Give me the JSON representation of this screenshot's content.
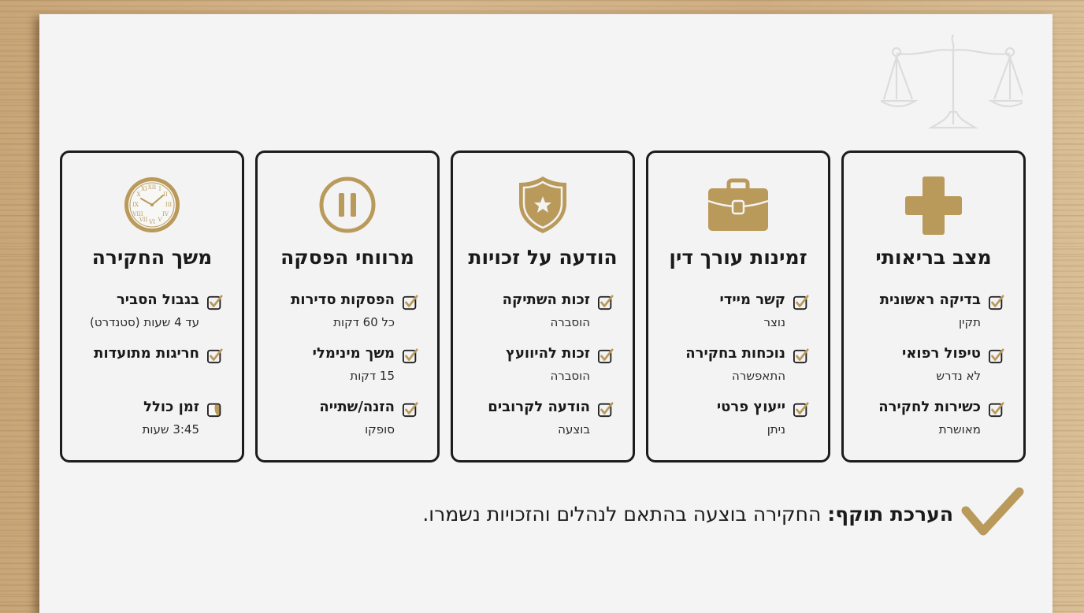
{
  "colors": {
    "gold": "#B99A5B",
    "ink": "#1c1c1c",
    "paper": "#f4f4f4"
  },
  "watermark": {
    "icon": "scales-of-justice-icon"
  },
  "cards": [
    {
      "icon": "medical-cross-icon",
      "title": "מצב בריאותי",
      "items": [
        {
          "label": "בדיקה ראשונית",
          "sub": "תקין",
          "state": "checked"
        },
        {
          "label": "טיפול רפואי",
          "sub": "לא נדרש",
          "state": "checked"
        },
        {
          "label": "כשירות לחקירה",
          "sub": "מאושרת",
          "state": "checked"
        }
      ]
    },
    {
      "icon": "briefcase-icon",
      "title": "זמינות עורך דין",
      "items": [
        {
          "label": "קשר מיידי",
          "sub": "נוצר",
          "state": "checked"
        },
        {
          "label": "נוכחות בחקירה",
          "sub": "התאפשרה",
          "state": "checked"
        },
        {
          "label": "ייעוץ פרטי",
          "sub": "ניתן",
          "state": "checked"
        }
      ]
    },
    {
      "icon": "shield-star-icon",
      "title": "הודעה על זכויות",
      "items": [
        {
          "label": "זכות השתיקה",
          "sub": "הוסברה",
          "state": "checked"
        },
        {
          "label": "זכות להיוועץ",
          "sub": "הוסברה",
          "state": "checked"
        },
        {
          "label": "הודעה לקרובים",
          "sub": "בוצעה",
          "state": "checked"
        }
      ]
    },
    {
      "icon": "pause-icon",
      "title": "מרווחי הפסקה",
      "items": [
        {
          "label": "הפסקות סדירות",
          "sub": "כל 60 דקות",
          "state": "checked"
        },
        {
          "label": "משך מינימלי",
          "sub": "15 דקות",
          "state": "checked"
        },
        {
          "label": "הזנה/שתייה",
          "sub": "סופקו",
          "state": "checked"
        }
      ]
    },
    {
      "icon": "clock-icon",
      "title": "משך החקירה",
      "items": [
        {
          "label": "בגבול הסביר",
          "sub": "עד 4 שעות (סטנדרט)",
          "state": "checked"
        },
        {
          "label": "חריגות מתועדות",
          "sub": "",
          "state": "checked"
        },
        {
          "label": "זמן כולל",
          "sub": "3:45 שעות",
          "state": "partial"
        }
      ]
    }
  ],
  "conclusion": {
    "icon": "large-checkmark-icon",
    "bold": "הערכת תוקף:",
    "text": " החקירה בוצעה בהתאם לנהלים והזכויות נשמרו."
  }
}
